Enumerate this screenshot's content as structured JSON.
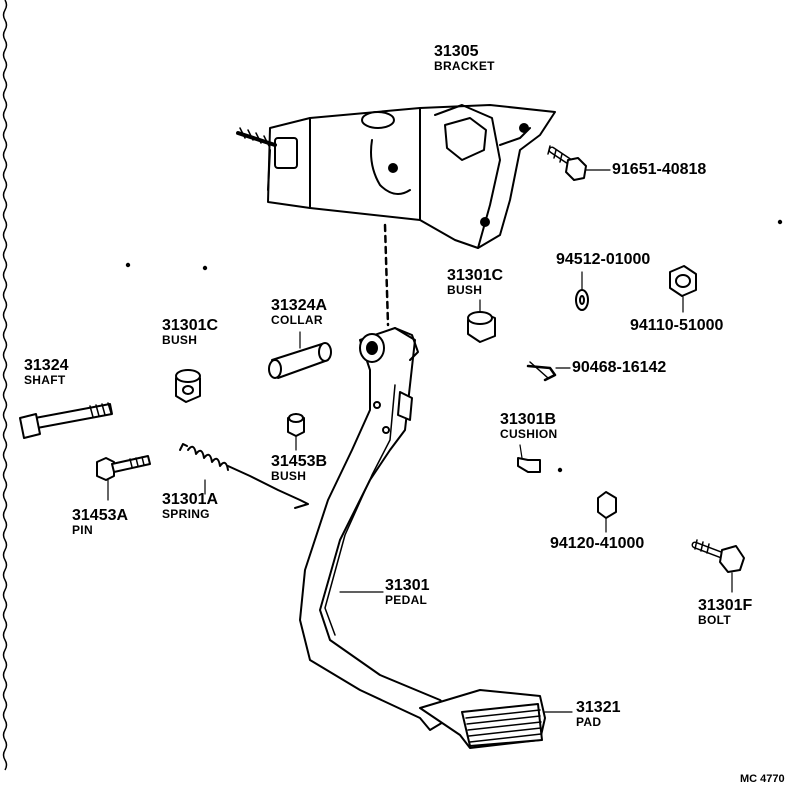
{
  "parts": {
    "bracket": {
      "number": "31305",
      "name": "BRACKET"
    },
    "bolt_bracket": {
      "number": "91651-40818"
    },
    "washer": {
      "number": "94512-01000"
    },
    "nut_top": {
      "number": "94110-51000"
    },
    "bush_right": {
      "number": "31301C",
      "name": "BUSH"
    },
    "clip": {
      "number": "90468-16142"
    },
    "collar": {
      "number": "31324A",
      "name": "COLLAR"
    },
    "bush_left": {
      "number": "31301C",
      "name": "BUSH"
    },
    "shaft": {
      "number": "31324",
      "name": "SHAFT"
    },
    "cushion": {
      "number": "31301B",
      "name": "CUSHION"
    },
    "bush_small": {
      "number": "31453B",
      "name": "BUSH"
    },
    "pin": {
      "number": "31453A",
      "name": "PIN"
    },
    "spring": {
      "number": "31301A",
      "name": "SPRING"
    },
    "nut_mid": {
      "number": "94120-41000"
    },
    "pedal": {
      "number": "31301",
      "name": "PEDAL"
    },
    "bolt_right": {
      "number": "31301F",
      "name": "BOLT"
    },
    "pad": {
      "number": "31321",
      "name": "PAD"
    }
  },
  "diagram_code": "MC 4770"
}
